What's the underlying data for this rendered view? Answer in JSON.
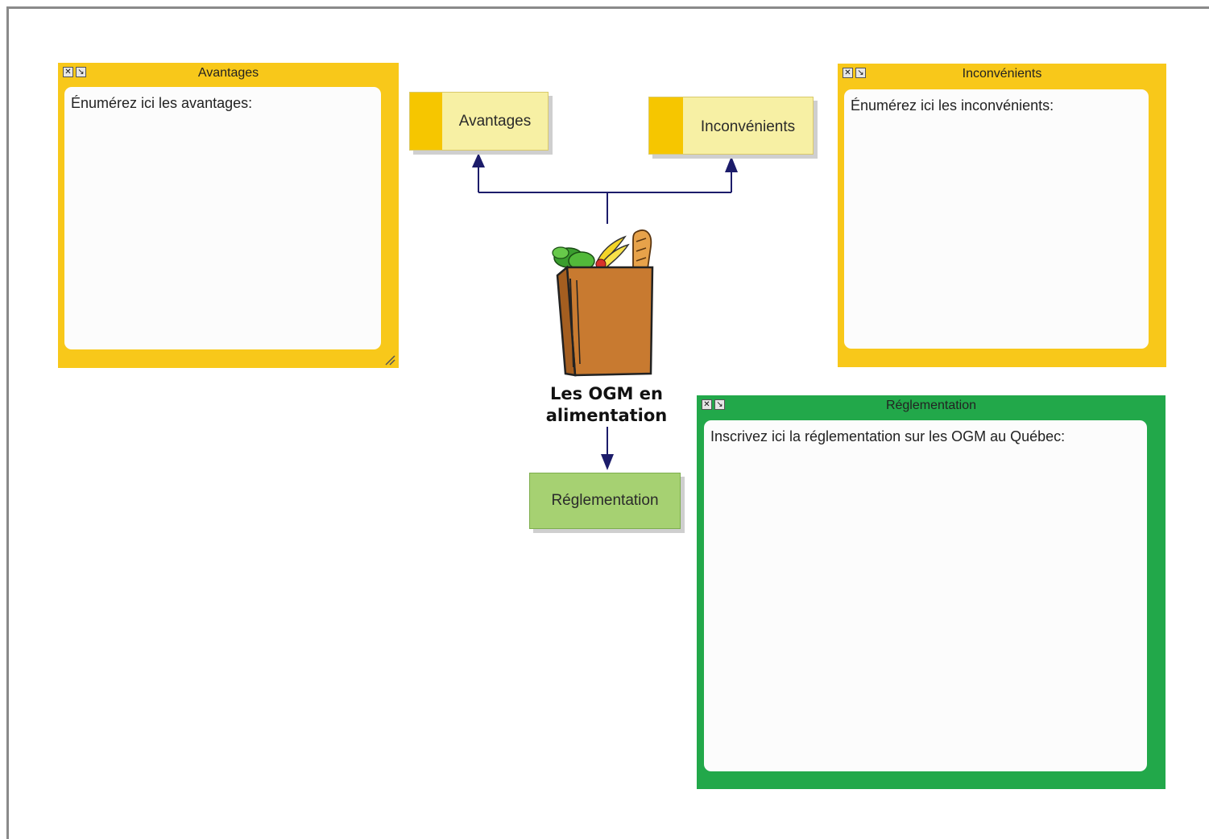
{
  "colors": {
    "panel_yellow": "#f8c81a",
    "panel_green": "#22a84a",
    "node_yellow": "#f7f0a4",
    "node_yellow_stripe": "#f6c600",
    "node_green": "#a6d172",
    "connector": "#1c1c6a"
  },
  "icons": {
    "close": "close-icon",
    "expand": "expand-icon",
    "resize": "resize-grip-icon",
    "central_image": "grocery-bag-icon"
  },
  "panels": {
    "avantages": {
      "title": "Avantages",
      "content": "Énumérez ici les avantages:"
    },
    "inconvenients": {
      "title": "Inconvénients",
      "content": "Énumérez ici les inconvénients:"
    },
    "reglementation": {
      "title": "Réglementation",
      "content": "Inscrivez ici la réglementation sur les OGM au Québec:"
    }
  },
  "nodes": {
    "avantages": "Avantages",
    "inconvenients": "Inconvénients",
    "reglementation": "Réglementation"
  },
  "central": {
    "title": "Les OGM en alimentation"
  }
}
